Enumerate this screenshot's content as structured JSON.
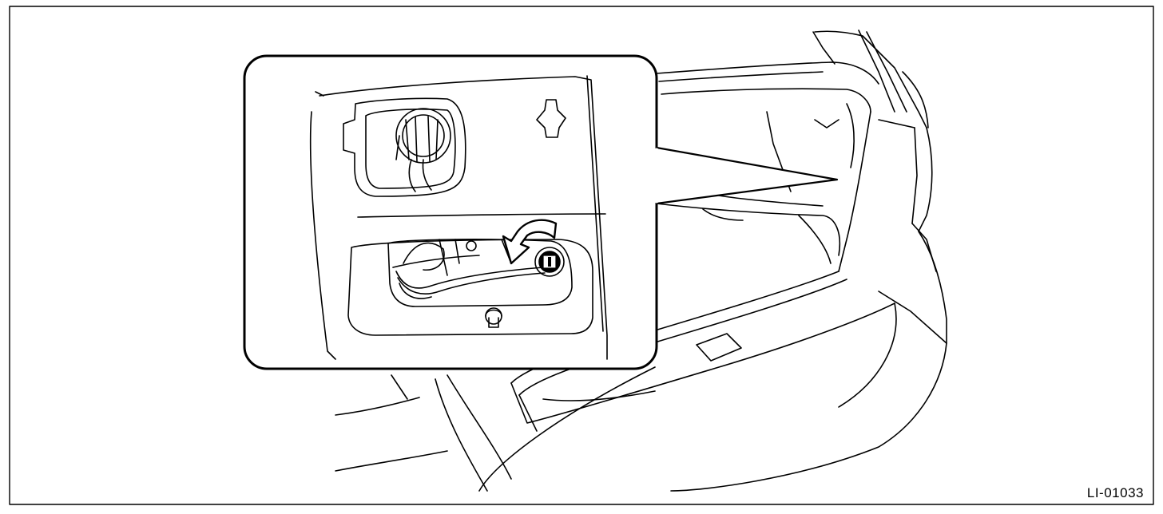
{
  "figure": {
    "id_label": "LI-01033",
    "subject": "rear-combination-lamp-bulb-socket-removal",
    "line_color": "#000000",
    "background": "#ffffff",
    "icons": [
      "trunk-interior-drawing",
      "callout-detail-box",
      "bulb-socket",
      "rotate-counterclockwise-arrow"
    ]
  }
}
